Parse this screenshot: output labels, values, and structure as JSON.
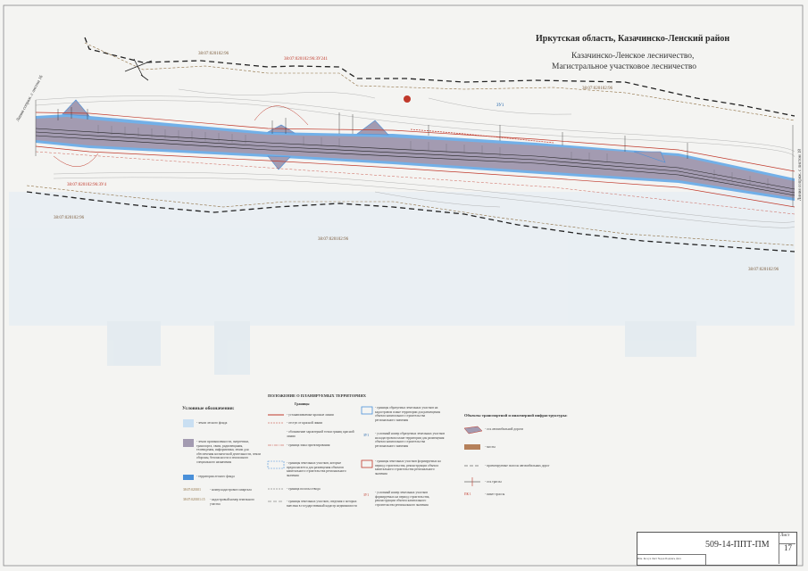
{
  "title": {
    "line1": "Иркутская область, Казачинско-Ленский район",
    "line2": "Казачинско-Ленское лесничество,",
    "line3": "Магистральное участковое лесничество"
  },
  "map_labels": {
    "cad1": "38:07:020102:96",
    "cad2": "38:07:020102:96:ЗУ241",
    "cad3": "38:07:020102:96",
    "cad4": "38:07:020102:96:ЗУ4",
    "cad5": "38:07:020102:96",
    "cad6": "38:07:020102:96",
    "cad7": "38:07:020102:96",
    "zone": "ЗУ1",
    "left_edge": "Линия сопряж. с листом 16",
    "right_edge": "Линия сопряж. с листом 18"
  },
  "legend": {
    "header": "Условные обозначения:",
    "items": [
      "- земли лесного фонда",
      "- земли промышленности, энергетики, транспорта, связи, радиовещания, телевидения, информатики, земли для обеспечения космической деятельности, земли обороны, безопасности и земли иного специального назначения",
      "- территория лесного фонда",
      "- номер кадастрового квартала",
      "- кадастровый номер земельного участка"
    ],
    "codes": [
      "38:07:020101",
      "38:07:020101:15"
    ]
  },
  "legend2": {
    "header": "ПОЛОЖЕНИЕ О ПЛАНИРУЕМЫХ ТЕРРИТОРИЯХ",
    "subheader": "Границы",
    "items": [
      "- устанавливаемые красные линии",
      "- отступ от красной линии",
      "- обозначение характерной точки границ красной линии",
      "- граница зоны проектирования",
      "- границы земельных участков, которые предполагается для размещения объектов капитального строительства регионального значения",
      "- граница полосы отвода",
      "- границы земельных участков, сведения о которых внесены в государственный кадастр недвижимости"
    ]
  },
  "legend3": {
    "items": [
      "- границы образуемых земельных участков на кадастровом плане территории для размещения объекта капитального строительства регионального значения",
      "- условный номер образуемых земельных участков на кадастровом плане территории для размещения объекта капитального строительства регионального значения",
      "- границы земельных участков формируемых на период строительства, реконструкции объекта капитального строительства регионального значения",
      "- условный номер земельных участков формируемых на период строительства, реконструкции объекта капитального строительства регионального значения"
    ],
    "codes": [
      "ЗУ1",
      "ЗУ1"
    ]
  },
  "legend4": {
    "header": "Объекты транспортной и инженерной инфраструктуры:",
    "items": [
      "- ось автомобильной дороги",
      "- мосты",
      "- проектируемые полосы автомобильных дорог",
      "- ось трассы",
      "- пикет трассы"
    ],
    "codes": [
      "ПК 1"
    ]
  },
  "stamp": {
    "code": "509-14-ППТ-ПМ",
    "sheet_label": "Лист",
    "sheet_no": "17",
    "row": "Изм. Кол.уч Лист №док Подпись Дата"
  },
  "colors": {
    "road_fill": "#a39bb1",
    "forest_blue": "#4a90d9",
    "red_line": "#c0392b",
    "cadastral_brown": "#8b6b3d"
  }
}
